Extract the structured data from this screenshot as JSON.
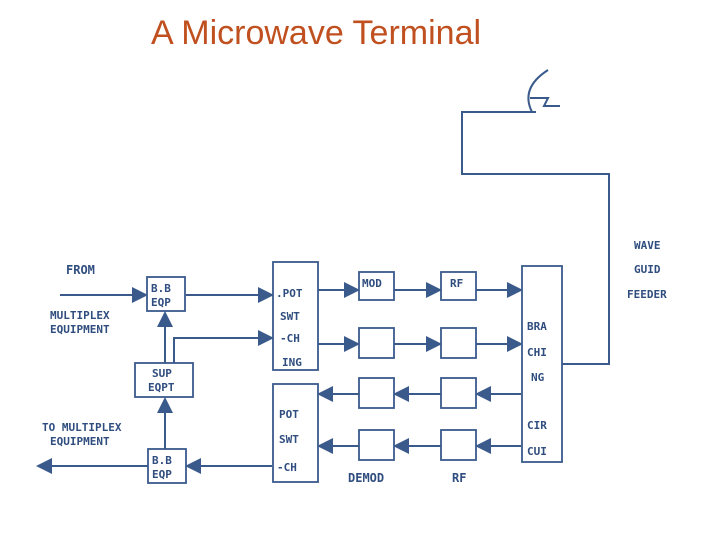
{
  "title": "A Microwave Terminal",
  "labels": {
    "from": "FROM",
    "multiplex": "MULTIPLEX",
    "equipment_in": "EQUIPMENT",
    "to_multiplex": "TO MULTIPLEX",
    "equipment_out": "EQUIPMENT",
    "bb_eqp_top_1": "B.B",
    "bb_eqp_top_2": "EQP",
    "sup_eqpt_1": "SUP",
    "sup_eqpt_2": "EQPT",
    "bb_eqp_bottom_1": "B.B",
    "bb_eqp_bottom_2": "EQP",
    "pot_top_1": ".POT",
    "pot_top_2": "SWT",
    "pot_top_3": "-CH",
    "pot_top_4": "ING",
    "pot_bottom_1": "POT",
    "pot_bottom_2": "SWT",
    "pot_bottom_3": "-CH",
    "mod": "MOD",
    "rf_top": "RF",
    "demod": "DEMOD",
    "rf_bottom": "RF",
    "branching_1": "BRA",
    "branching_2": "CHI",
    "branching_3": "NG",
    "branching_4": "CIR",
    "branching_5": "CUI",
    "feeder_1": "WAVE",
    "feeder_2": "GUID",
    "feeder_3": "FEEDER"
  }
}
